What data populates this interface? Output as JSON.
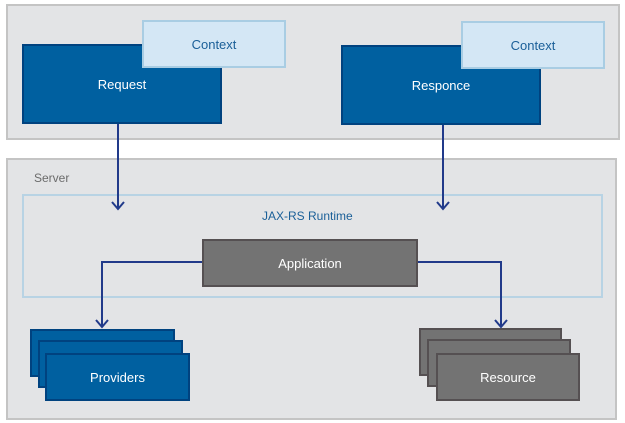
{
  "client": {
    "request": {
      "label": "Request",
      "context_label": "Context"
    },
    "response": {
      "label": "Responce",
      "context_label": "Context"
    }
  },
  "server": {
    "label": "Server",
    "runtime": {
      "label": "JAX-RS Runtime"
    },
    "application": {
      "label": "Application"
    },
    "providers": {
      "label": "Providers"
    },
    "resource": {
      "label": "Resource"
    }
  },
  "colors": {
    "primary_blue": "#0060a0",
    "context_blue": "#d4e7f5",
    "gray_box": "#737373",
    "arrow": "#213a8a",
    "panel_bg": "#e3e4e6"
  }
}
